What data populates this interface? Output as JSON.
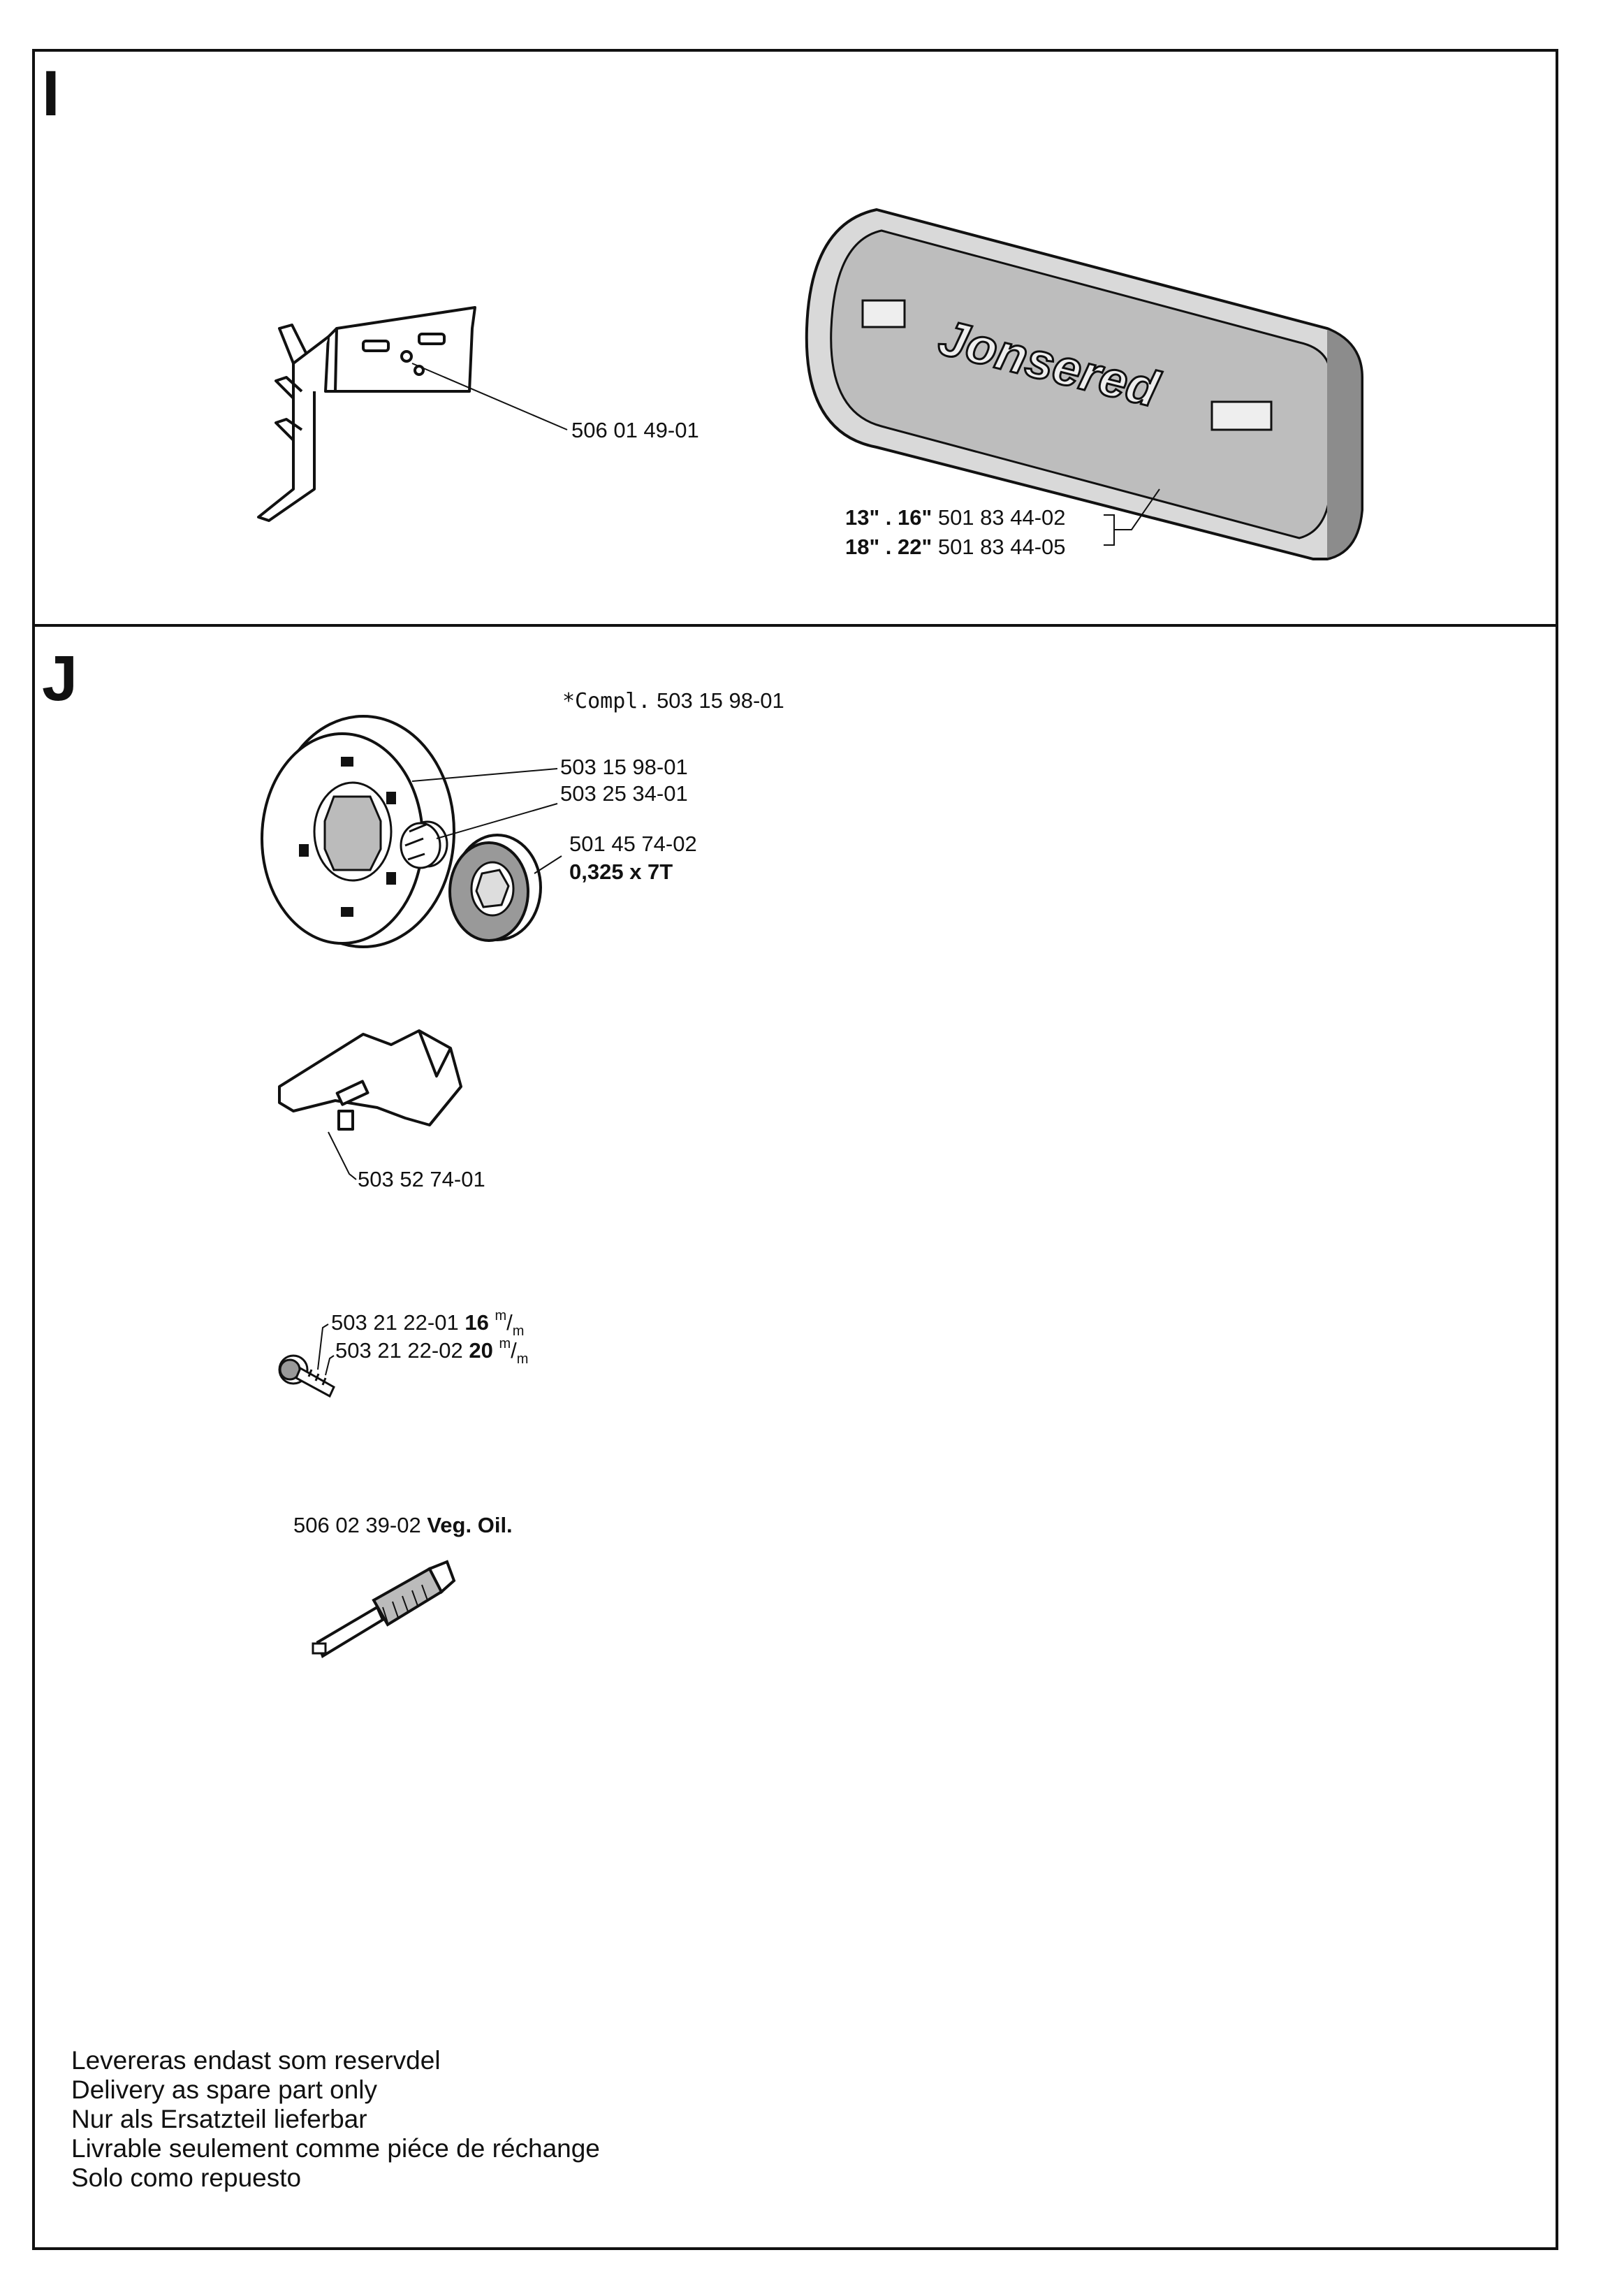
{
  "sections": {
    "I": {
      "letter": "I",
      "bracket_part": "506 01 49-01",
      "bar_cover_lines": [
        {
          "size": "13\" . 16\"",
          "part": "501 83 44-02"
        },
        {
          "size": "18\" . 22\"",
          "part": "501 83 44-05"
        }
      ],
      "brand": "Jonsered"
    },
    "J": {
      "letter": "J",
      "compl_label": "*Compl.",
      "compl_part": "503 15 98-01",
      "clutch_drum_part": "503 15 98-01",
      "needle_bearing_part": "503 25 34-01",
      "sprocket_part": "501 45 74-02",
      "sprocket_spec": "0,325 x 7T",
      "lever_part": "503 52 74-01",
      "screw_lines": [
        {
          "part": "503 21 22-01",
          "size": "16",
          "unit_top": "m",
          "unit_bottom": "m"
        },
        {
          "part": "503 21 22-02",
          "size": "20",
          "unit_top": "m",
          "unit_bottom": "m"
        }
      ],
      "pump_part": "506 02 39-02",
      "pump_note": "Veg. Oil."
    }
  },
  "notes": [
    "Levereras endast som reservdel",
    "Delivery as spare part only",
    "Nur als Ersatzteil lieferbar",
    "Livrable seulement comme piéce de réchange",
    "Solo como repuesto"
  ]
}
